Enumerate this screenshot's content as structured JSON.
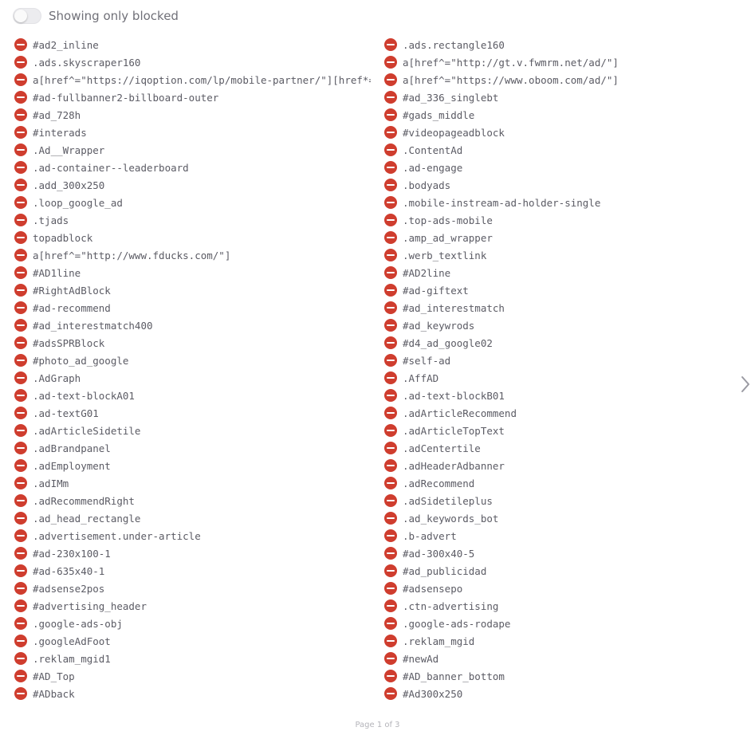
{
  "header": {
    "toggle_label": "Showing only blocked",
    "toggle_on": false
  },
  "colors": {
    "block_icon": "#cf3d2e",
    "text": "#5b5b64"
  },
  "blocked_left": [
    "#ad2_inline",
    ".ads.skyscraper160",
    "a[href^=\"https://iqoption.com/lp/mobile-partner/\"][href*=\"?aff",
    "#ad-fullbanner2-billboard-outer",
    "#ad_728h",
    "#interads",
    ".Ad__Wrapper",
    ".ad-container--leaderboard",
    ".add_300x250",
    ".loop_google_ad",
    ".tjads",
    "topadblock",
    "a[href^=\"http://www.fducks.com/\"]",
    "#AD1line",
    "#RightAdBlock",
    "#ad-recommend",
    "#ad_interestmatch400",
    "#adsSPRBlock",
    "#photo_ad_google",
    ".AdGraph",
    ".ad-text-blockA01",
    ".ad-textG01",
    ".adArticleSidetile",
    ".adBrandpanel",
    ".adEmployment",
    ".adIMm",
    ".adRecommendRight",
    ".ad_head_rectangle",
    ".advertisement.under-article",
    "#ad-230x100-1",
    "#ad-635x40-1",
    "#adsense2pos",
    "#advertising_header",
    ".google-ads-obj",
    ".googleAdFoot",
    ".reklam_mgid1",
    "#AD_Top",
    "#ADback"
  ],
  "blocked_right": [
    ".ads.rectangle160",
    "a[href^=\"http://gt.v.fwmrm.net/ad/\"]",
    "a[href^=\"https://www.oboom.com/ad/\"]",
    "#ad_336_singlebt",
    "#gads_middle",
    "#videopageadblock",
    ".ContentAd",
    ".ad-engage",
    ".bodyads",
    ".mobile-instream-ad-holder-single",
    ".top-ads-mobile",
    ".amp_ad_wrapper",
    ".werb_textlink",
    "#AD2line",
    "#ad-giftext",
    "#ad_interestmatch",
    "#ad_keywrods",
    "#d4_ad_google02",
    "#self-ad",
    ".AffAD",
    ".ad-text-blockB01",
    ".adArticleRecommend",
    ".adArticleTopText",
    ".adCentertile",
    ".adHeaderAdbanner",
    ".adRecommend",
    ".adSidetileplus",
    ".ad_keywords_bot",
    ".b-advert",
    "#ad-300x40-5",
    "#ad_publicidad",
    "#adsensepo",
    ".ctn-advertising",
    ".google-ads-rodape",
    ".reklam_mgid",
    "#newAd",
    "#AD_banner_bottom",
    "#Ad300x250"
  ],
  "pager": {
    "label": "Page 1 of 3"
  }
}
